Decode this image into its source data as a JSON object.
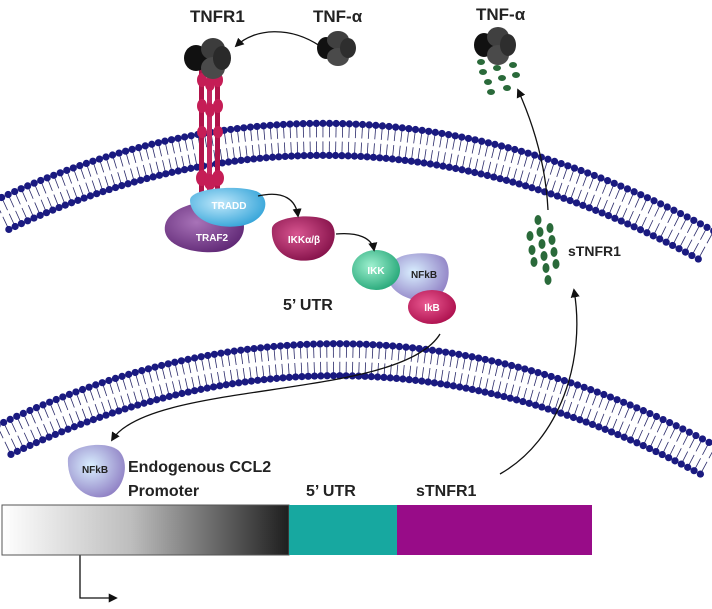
{
  "labels": {
    "tnfr1": "TNFR1",
    "tnf_alpha_left": "TNF-α",
    "tnf_alpha_right": "TNF-α",
    "tradd": "TRADD",
    "traf2": "TRAF2",
    "ikk_ab": "IKKα/β",
    "ikk": "IKK",
    "nfkb": "NFkB",
    "ikb": "IkB",
    "utr_mid": "5’ UTR",
    "stnfr1_right": "sTNFR1",
    "nfkb_bottom": "NFkB",
    "promoter_line1": "Endogenous CCL2",
    "promoter_line2": "Promoter",
    "segment_utr": "5’ UTR",
    "segment_stnfr1": "sTNFR1"
  },
  "colors": {
    "membrane_head": "#1a1a80",
    "membrane_tail": "#2a2a6a",
    "receptor": "#b0134a",
    "tnf_ball": "#3a3a3a",
    "tnf_ball_dark": "#111111",
    "tradd": "#4ab4e0",
    "traf2": "#7a3b8c",
    "ikk_ab": "#a0195a",
    "ikk": "#22b07a",
    "nfkb": "#9a8cc8",
    "ikb": "#c0185a",
    "stnfr1": "#2a6a3a",
    "utr_segment": "#17a8a0",
    "stnfr1_segment": "#980c88",
    "promoter_gradient_start": "#ffffff",
    "promoter_gradient_end": "#222222"
  }
}
